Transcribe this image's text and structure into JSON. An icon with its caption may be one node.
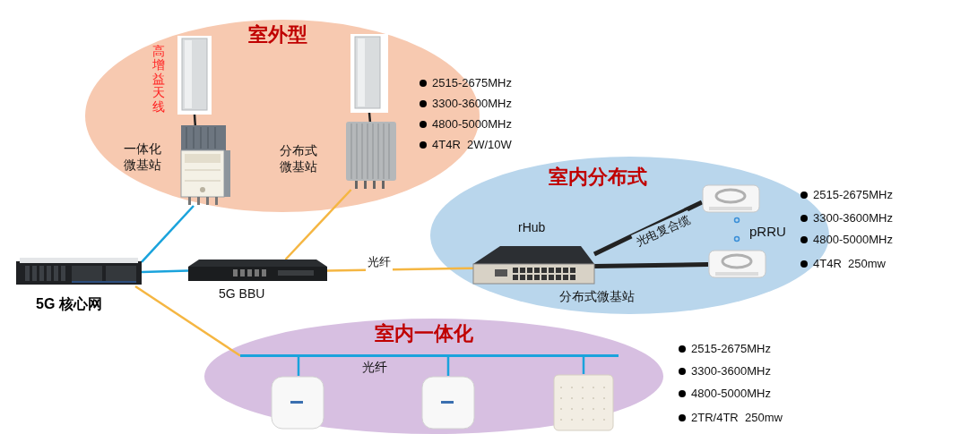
{
  "diagram": {
    "nodes": [
      {
        "text": [
          "室外型"
        ]
      },
      {
        "text": [],
        "shape": "picture",
        "in": 0,
        "beside": [
          "高增益天线"
        ]
      },
      {
        "text": [],
        "shape": "picture",
        "in": 0,
        "beside": [
          "一体化微基站"
        ]
      },
      {
        "text": [],
        "shape": "picture",
        "in": 0
      },
      {
        "text": [],
        "shape": "picture",
        "in": 0,
        "beside": [
          "分布式微基站"
        ]
      },
      {
        "text": [
          "室内分布式"
        ]
      },
      {
        "text": [],
        "shape": "picture",
        "in": 5,
        "beside": [
          "rHub",
          "分布式微基站"
        ]
      },
      {
        "text": [],
        "shape": "picture",
        "in": 5
      },
      {
        "text": [],
        "shape": "picture",
        "in": 5
      },
      {
        "text": [
          "室内一体化"
        ]
      },
      {
        "text": [],
        "shape": "bar",
        "in": 9,
        "beside": [
          "光纤"
        ]
      },
      {
        "text": [],
        "shape": "picture",
        "in": 9
      },
      {
        "text": [],
        "shape": "picture",
        "in": 9
      },
      {
        "text": [],
        "shape": "picture",
        "in": 9
      },
      {
        "text": [],
        "shape": "picture",
        "beside": [
          "5G 核心网"
        ]
      },
      {
        "text": [],
        "shape": "picture",
        "beside": [
          "5G BBU"
        ]
      }
    ],
    "edges": [
      {
        "from": 14,
        "to": 2,
        "arrow": "none"
      },
      {
        "from": 14,
        "to": 15,
        "arrow": "none"
      },
      {
        "from": 15,
        "to": 4,
        "arrow": "none",
        "color": "#f5b642"
      },
      {
        "from": 15,
        "to": 6,
        "arrow": "none",
        "label": "光纤",
        "color": "#f5b642"
      },
      {
        "from": 6,
        "to": 7,
        "arrow": "none",
        "label": "光电复合缆",
        "style": "thick",
        "color": "#222222"
      },
      {
        "from": 6,
        "to": 8,
        "arrow": "none",
        "style": "thick",
        "color": "#222222"
      },
      {
        "from": 14,
        "to": 10,
        "arrow": "none",
        "color": "#f5b642"
      },
      {
        "from": 10,
        "to": 11,
        "arrow": "none"
      },
      {
        "from": 10,
        "to": 12,
        "arrow": "none"
      },
      {
        "from": 10,
        "to": 13,
        "arrow": "none"
      },
      {
        "from": 1,
        "to": 2,
        "arrow": "none",
        "color": "#222222"
      },
      {
        "from": 3,
        "to": 4,
        "arrow": "none",
        "color": "#222222"
      }
    ],
    "labels": [
      "2515-2675MHz",
      "3300-3600MHz",
      "4800-5000MHz",
      "4T4R  2W/10W",
      "2515-2675MHz",
      "3300-3600MHz",
      "4800-5000MHz",
      "4T4R  250mw",
      "pRRU",
      "2515-2675MHz",
      "3300-3600MHz",
      "4800-5000MHz",
      "2TR/4TR  250mw"
    ]
  }
}
